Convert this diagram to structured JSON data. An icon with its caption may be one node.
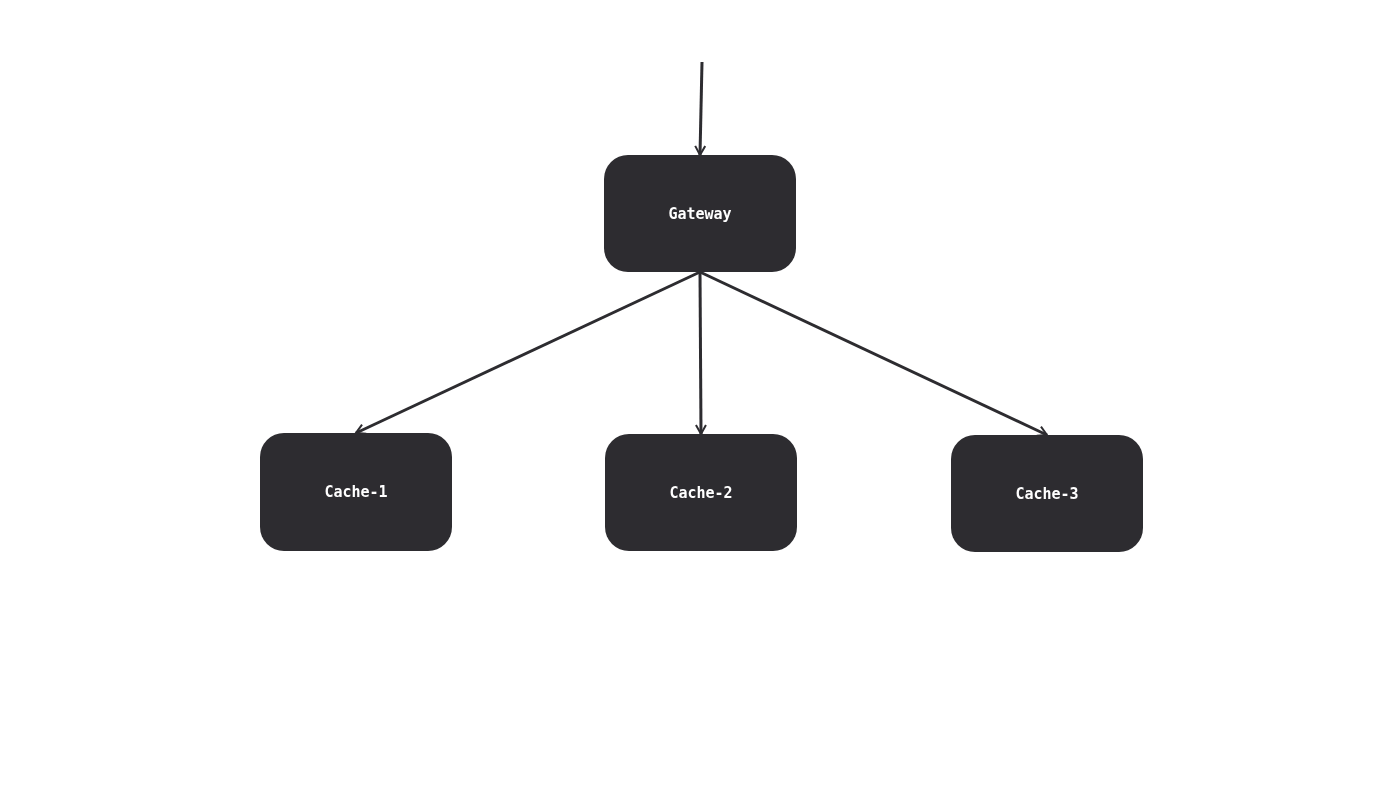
{
  "diagram": {
    "nodes": [
      {
        "text": [
          "Gateway"
        ]
      },
      {
        "text": [
          "Cache-1"
        ]
      },
      {
        "text": [
          "Cache-2"
        ]
      },
      {
        "text": [
          "Cache-3"
        ]
      }
    ],
    "edges": [
      {
        "from": null,
        "to": 0,
        "arrow": "to"
      },
      {
        "from": 0,
        "to": 1,
        "arrow": "to"
      },
      {
        "from": 0,
        "to": 2,
        "arrow": "to"
      },
      {
        "from": 0,
        "to": 3,
        "arrow": "to"
      }
    ]
  }
}
